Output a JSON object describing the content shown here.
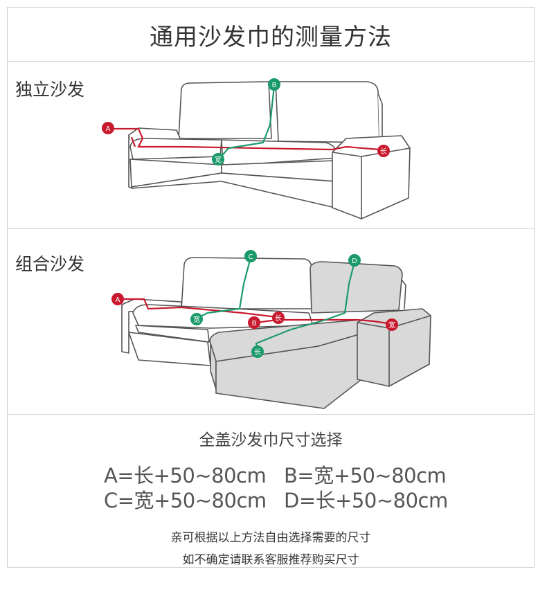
{
  "title": "通用沙发巾的测量方法",
  "sections": [
    {
      "label": "独立沙发",
      "markers": {
        "a": "A",
        "b": "B",
        "wide": "宽",
        "long": "长"
      }
    },
    {
      "label": "组合沙发",
      "markers": {
        "a": "A",
        "b": "B",
        "c": "C",
        "d": "D",
        "wide1": "宽",
        "wide2": "宽",
        "long1": "长",
        "long2": "长"
      }
    }
  ],
  "bottom": {
    "subtitle": "全盖沙发巾尺寸选择",
    "formulas": [
      "A=长+50~80cm",
      "B=宽+50~80cm",
      "C=宽+50~80cm",
      "D=长+50~80cm"
    ],
    "notes": [
      "亲可根据以上方法自由选择需要的尺寸",
      "如不确定请联系客服推荐购买尺寸"
    ]
  },
  "colors": {
    "red": "#c8192e",
    "green": "#1a9a6b",
    "line": "#555555",
    "shade": "#d9d9d9"
  }
}
